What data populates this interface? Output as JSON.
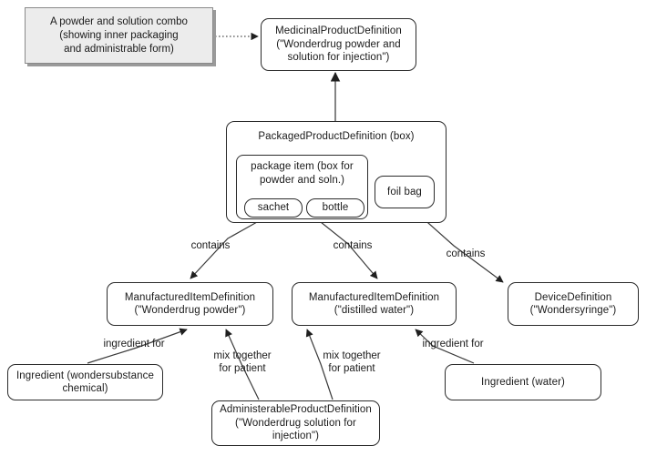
{
  "diagram": {
    "title": "Packaged product / manufactured item relationship diagram",
    "background": "#ffffff",
    "node_border_color": "#2b2b2b",
    "note_fill_color": "#ececec",
    "note_border_color": "#8a8a8a",
    "note_shadow_color": "#9a9a9a",
    "edge_color": "#3a3a3a"
  },
  "note": {
    "text": "A powder and solution combo\n(showing inner packaging\nand administrable form)"
  },
  "nodes": {
    "medicinal_product": {
      "label": "MedicinalProductDefinition\n(\"Wonderdrug powder and\nsolution for injection\")"
    },
    "packaged_product": {
      "label": "PackagedProductDefinition (box)"
    },
    "package_item": {
      "label": "package item (box for\npowder and soln.)"
    },
    "sachet": {
      "label": "sachet"
    },
    "bottle": {
      "label": "bottle"
    },
    "foil_bag": {
      "label": "foil bag"
    },
    "manufactured_powder": {
      "label": "ManufacturedItemDefinition\n(\"Wonderdrug powder\")"
    },
    "manufactured_water": {
      "label": "ManufacturedItemDefinition\n(\"distilled water\")"
    },
    "device": {
      "label": "DeviceDefinition\n(\"Wondersyringe\")"
    },
    "ingredient_chemical": {
      "label": "Ingredient (wondersubstance\nchemical)"
    },
    "ingredient_water": {
      "label": "Ingredient (water)"
    },
    "administerable_product": {
      "label": "AdministerableProductDefinition\n(\"Wonderdrug solution for\ninjection\")"
    }
  },
  "edge_labels": {
    "contains_powder": "contains",
    "contains_water": "contains",
    "contains_device": "contains",
    "ingredient_for_powder": "ingredient for",
    "ingredient_for_water": "ingredient for",
    "mix_powder": "mix together\nfor patient",
    "mix_water": "mix together\nfor patient"
  }
}
